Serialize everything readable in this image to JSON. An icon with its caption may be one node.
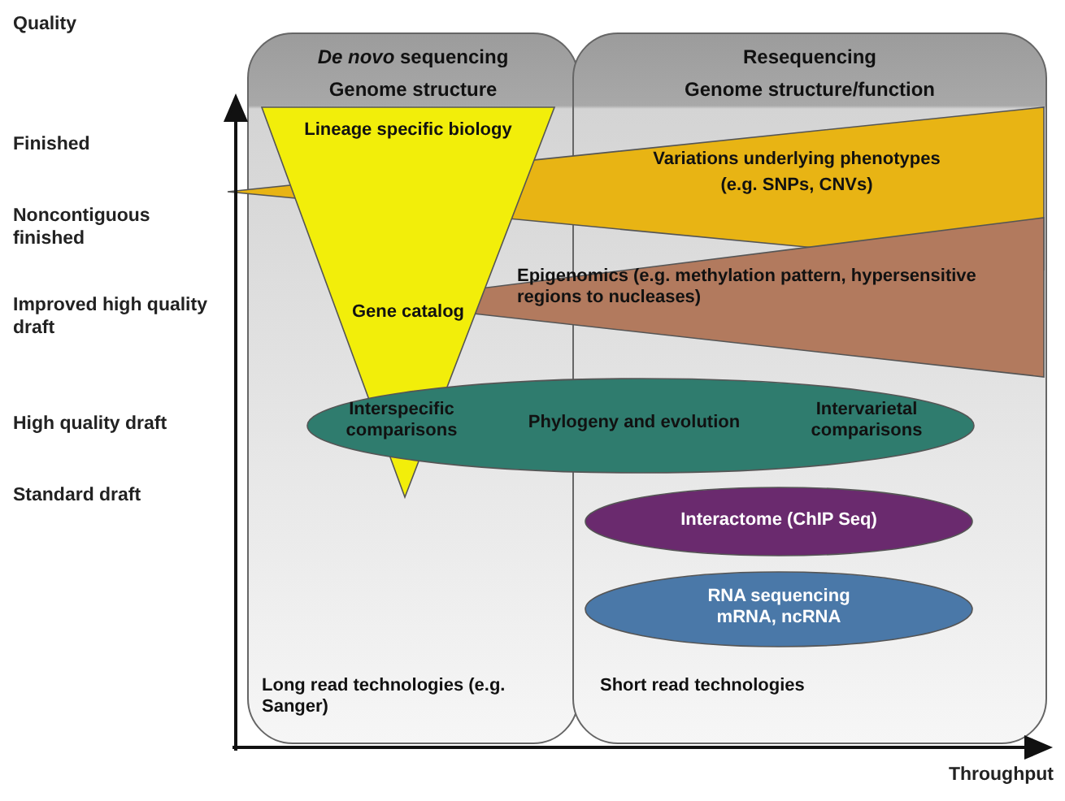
{
  "diagram": {
    "nodes": [
      {
        "text": [
          "*De novo* sequencing",
          "Genome structure",
          "Long read technologies (e.g. Sanger)"
        ]
      },
      {
        "text": [
          "Resequencing",
          "Genome structure/function",
          "Short read technologies"
        ]
      },
      {
        "text": [
          "Lineage specific biology",
          "Gene catalog"
        ],
        "in": 0
      },
      {
        "text": [
          "Variations underlying phenotypes",
          "(e.g. SNPs, CNVs)"
        ]
      },
      {
        "text": [
          "Epigenomics (e.g. methylation pattern, hypersensitive regions to nucleases)"
        ]
      },
      {
        "text": [
          "Interspecific comparisons",
          "Phylogeny and evolution",
          "Intervarietal comparisons"
        ]
      },
      {
        "text": [
          "Interactome (ChIP Seq)"
        ],
        "in": 1
      },
      {
        "text": [
          "RNA sequencing mRNA, ncRNA"
        ],
        "in": 1
      }
    ],
    "labels": [
      "Quality",
      "Finished",
      "Noncontiguous finished",
      "Improved high quality draft",
      "High quality draft",
      "Standard draft",
      "Throughput"
    ]
  }
}
